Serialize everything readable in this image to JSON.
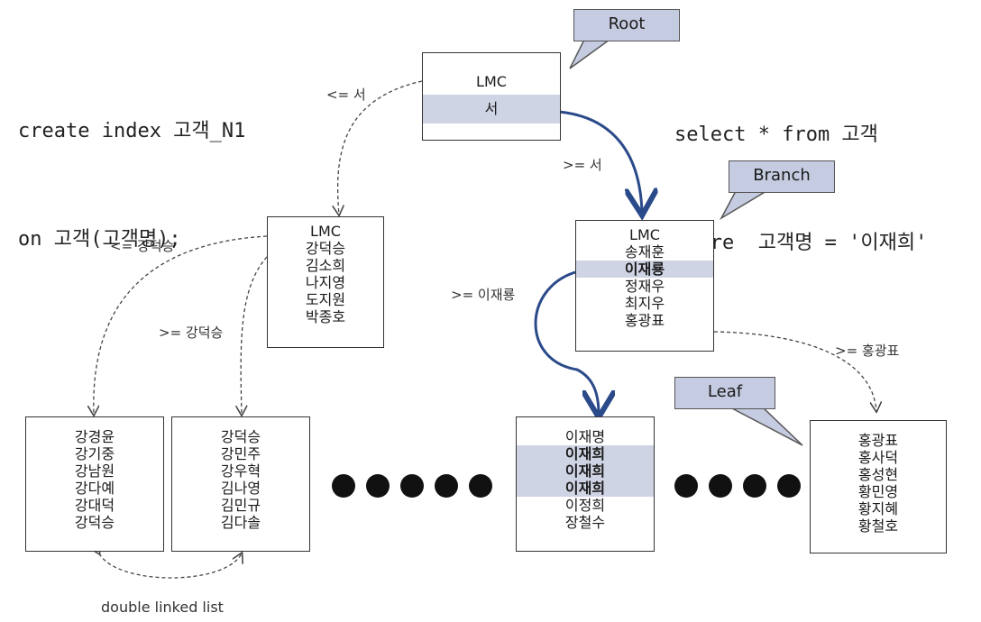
{
  "code_left": [
    "create index 고객_N1",
    "on 고객(고객명);"
  ],
  "code_right": [
    "select * from 고객",
    "where  고객명 = '이재희'"
  ],
  "callouts": {
    "root": "Root",
    "branch": "Branch",
    "leaf": "Leaf"
  },
  "root_node": {
    "entries": [
      "LMC",
      "서"
    ]
  },
  "branch_left": {
    "entries": [
      "LMC",
      "강덕승",
      "김소희",
      "나지영",
      "도지원",
      "박종호"
    ]
  },
  "branch_right": {
    "entries": [
      "LMC",
      "송재훈",
      "이재룡",
      "정재우",
      "최지우",
      "홍광표"
    ]
  },
  "leaves": [
    {
      "entries": [
        "강경윤",
        "강기중",
        "강남원",
        "강다예",
        "강대덕",
        "강덕승"
      ]
    },
    {
      "entries": [
        "강덕승",
        "강민주",
        "강우혁",
        "김나영",
        "김민규",
        "김다솔"
      ]
    },
    {
      "entries": [
        "이재명",
        "이재희",
        "이재희",
        "이재희",
        "이정희",
        "장철수"
      ]
    },
    {
      "entries": [
        "홍광표",
        "홍사덕",
        "홍성현",
        "황민영",
        "황지혜",
        "황철호"
      ]
    }
  ],
  "edge_labels": {
    "root_left": "<= 서",
    "root_right": ">= 서",
    "branch_left_le": "<= 강덕승",
    "branch_left_ge": ">= 강덕승",
    "branch_right_ge": ">= 이재룡",
    "branch_right_last": ">= 홍광표"
  },
  "footer": "double linked list",
  "colors": {
    "highlight": "#cfd4e4",
    "callout": "#c5cbe0",
    "search_path": "#2a4a8a"
  }
}
